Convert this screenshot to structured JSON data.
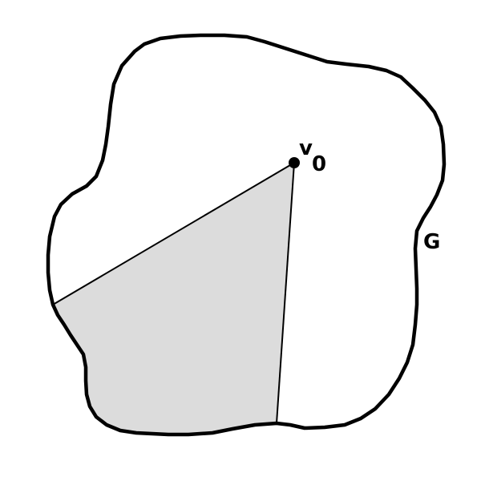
{
  "diagram": {
    "vertex_label": {
      "main": "v",
      "subscript": "0"
    },
    "region_label": "G",
    "colors": {
      "outline": "#000000",
      "shaded_sector": "#dcdcdc",
      "background": "#ffffff"
    }
  }
}
